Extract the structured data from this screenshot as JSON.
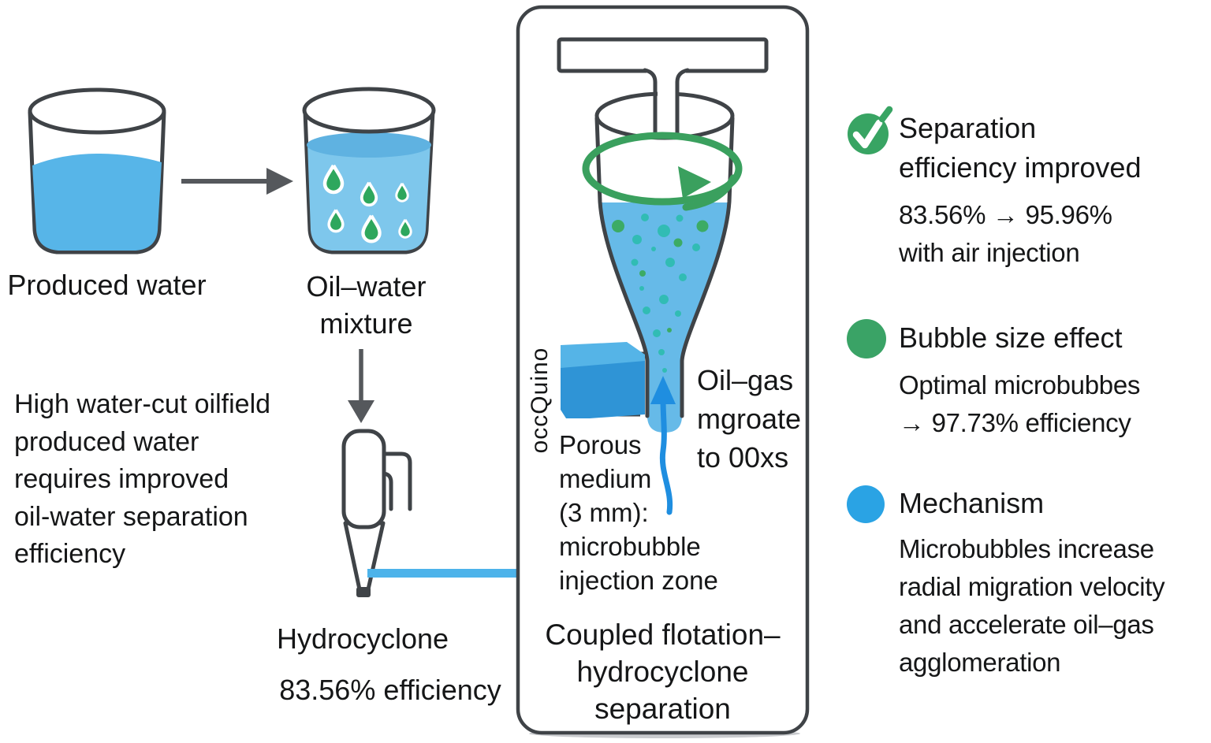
{
  "left": {
    "beaker1_label": "Produced water",
    "beaker2_label_lines": [
      "Oil–water",
      "mixture"
    ],
    "paragraph_lines": [
      "High water-cut oilfield",
      "produced water",
      "requires improved",
      "oil-water separation",
      "efficiency"
    ],
    "hydrocyclone_label": "Hydrocyclone",
    "hydrocyclone_efficiency": "83.56% efficiency"
  },
  "center": {
    "rotated_label": "occQuino",
    "porous_lines": [
      "Porous",
      "medium",
      "(3 mm):",
      "microbubble",
      "injection zone"
    ],
    "oilgas_lines": [
      "Oil–gas",
      "mgroate",
      "to 00xs"
    ],
    "caption_lines": [
      "Coupled flotation–",
      "hydrocyclone",
      "separation"
    ]
  },
  "right": {
    "items": [
      {
        "icon": "check-circle-icon",
        "title_lines": [
          "Separation",
          "efficiency improved"
        ],
        "body_lines": [
          "83.56% → 95.96%",
          "with air injection"
        ]
      },
      {
        "icon": "green-dot-icon",
        "title_lines": [
          "Bubble size effect"
        ],
        "body_lines": [
          "Optimal microbubbes",
          "→ 97.73% efficiency"
        ]
      },
      {
        "icon": "blue-dot-icon",
        "title_lines": [
          "Mechanism"
        ],
        "body_lines": [
          "Microbubbles increase",
          "radial migration velocity",
          "and accelerate oil–gas",
          "agglomeration"
        ]
      }
    ]
  },
  "colors": {
    "outline": "#3f4347",
    "liquid_blue": "#57b5e8",
    "mixture_blue": "#7ec7ec",
    "droplet_green": "#2ea75d",
    "vessel_liquid": "#66bae8",
    "bubble_teal": "#31bcb4",
    "bubble_green": "#3cab65",
    "swirl_green": "#3aa05e",
    "pipe_blue": "#2f94d6",
    "arrow_blue": "#1f8ee0",
    "connector_blue": "#4db3ea",
    "check_green": "#38a463",
    "dot_green": "#3aa366",
    "dot_blue": "#2aa3e4",
    "text": "#151617"
  }
}
